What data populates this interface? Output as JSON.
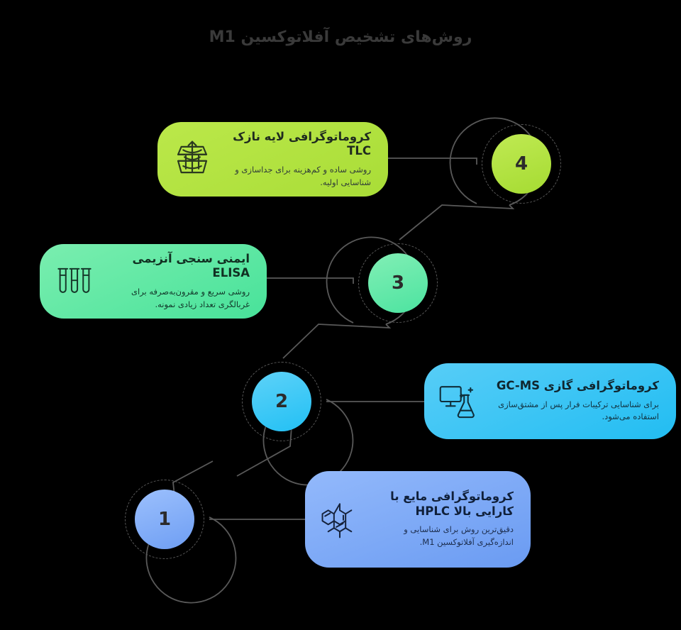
{
  "header": {
    "title": "روش‌های تشخیص آفلاتوکسین M1"
  },
  "theme": {
    "background": "#000000",
    "line_color": "#595959",
    "title_color": "#3a3a3a"
  },
  "steps": [
    {
      "number": "4",
      "color": "#aede3c",
      "linked_card": "tlc"
    },
    {
      "number": "3",
      "color": "#55e6a4",
      "linked_card": "elisa"
    },
    {
      "number": "2",
      "color": "#34c4f5",
      "linked_card": "gcms"
    },
    {
      "number": "1",
      "color": "#7ba7f5",
      "linked_card": "hplc"
    }
  ],
  "cards": {
    "tlc": {
      "title": "کروماتوگرافی لایه نازک TLC",
      "description": "روشی ساده و کم‌هزینه برای جداسازی و شناسایی اولیه.",
      "icon": "chromatography-apparatus-icon",
      "color": "#aede3c"
    },
    "elisa": {
      "title": "ایمنی سنجی آنزیمی ELISA",
      "description": "روشی سریع و مقرون‌به‌صرفه برای غربالگری تعداد زیادی نمونه.",
      "icon": "test-tubes-icon",
      "color": "#55e6a4"
    },
    "gcms": {
      "title": "کروماتوگرافی گازی GC-MS",
      "description": "برای شناسایی ترکیبات فرار پس از مشتق‌سازی استفاده می‌شود.",
      "icon": "monitor-flask-icon",
      "color": "#34c4f5"
    },
    "hplc": {
      "title": "کروماتوگرافی مایع با کارایی بالا HPLC",
      "description": "دقیق‌ترین روش برای شناسایی و اندازه‌گیری آفلاتوکسین M1.",
      "icon": "molecule-structure-icon",
      "color": "#7ba7f5"
    }
  }
}
